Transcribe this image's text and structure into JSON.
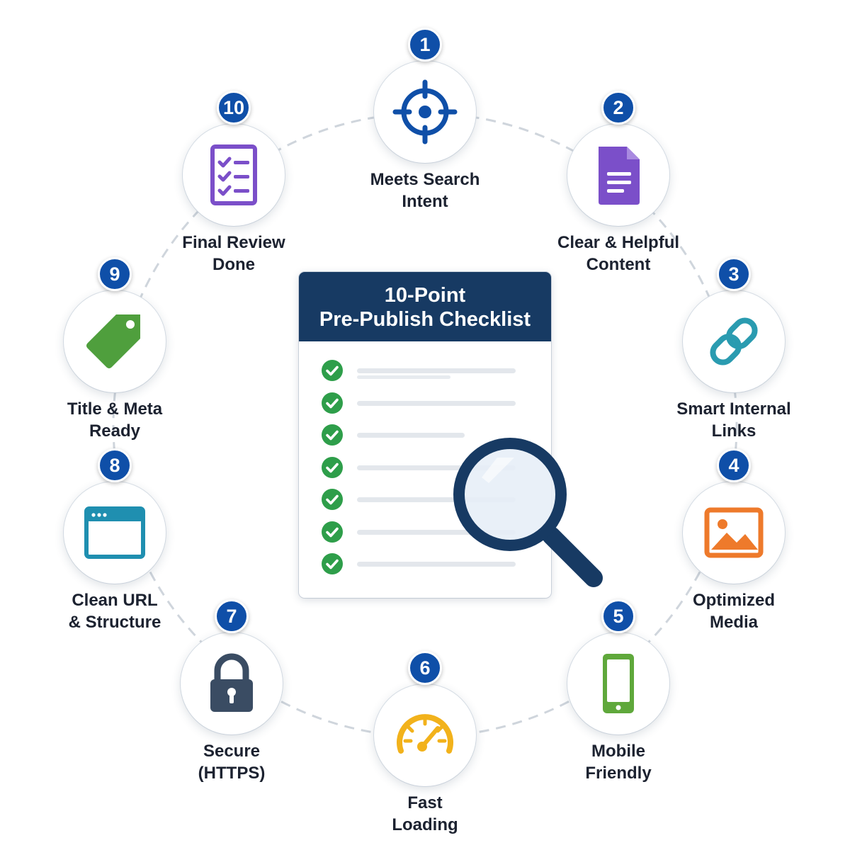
{
  "title": {
    "line1": "10-Point",
    "line2": "Pre-Publish Checklist"
  },
  "steps": [
    {
      "number": "1",
      "line1": "Meets Search",
      "line2": "Intent",
      "icon": "target-icon"
    },
    {
      "number": "2",
      "line1": "Clear & Helpful",
      "line2": "Content",
      "icon": "document-icon"
    },
    {
      "number": "3",
      "line1": "Smart Internal",
      "line2": "Links",
      "icon": "link-icon"
    },
    {
      "number": "4",
      "line1": "Optimized",
      "line2": "Media",
      "icon": "image-icon"
    },
    {
      "number": "5",
      "line1": "Mobile",
      "line2": "Friendly",
      "icon": "mobile-icon"
    },
    {
      "number": "6",
      "line1": "Fast",
      "line2": "Loading",
      "icon": "speedometer-icon"
    },
    {
      "number": "7",
      "line1": "Secure",
      "line2": "(HTTPS)",
      "icon": "lock-icon"
    },
    {
      "number": "8",
      "line1": "Clean URL",
      "line2": "& Structure",
      "icon": "browser-window-icon"
    },
    {
      "number": "9",
      "line1": "Title & Meta",
      "line2": "Ready",
      "icon": "tag-icon"
    },
    {
      "number": "10",
      "line1": "Final Review",
      "line2": "Done",
      "icon": "checklist-icon"
    }
  ],
  "checklist_rows": 7,
  "colors": {
    "badge": "#0f4fa8",
    "header": "#173a63",
    "check": "#2e9e4a",
    "target": "#0f4fa8",
    "document": "#7b4fc9",
    "link": "#2a9bb0",
    "image": "#ee7a2b",
    "mobile": "#5fa83b",
    "speedometer": "#f2b21b",
    "lock": "#3a4c63",
    "browser": "#1f8fb0",
    "tag": "#4f9f3d",
    "checklist_icon": "#7b4fc9"
  }
}
